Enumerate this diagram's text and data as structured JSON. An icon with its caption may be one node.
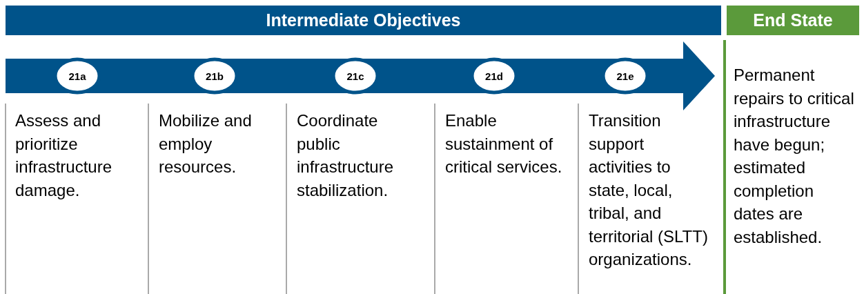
{
  "diagram": {
    "nodes": [
      {
        "text": [
          "Intermediate Objectives"
        ]
      },
      {
        "text": [
          "21a"
        ],
        "beside": [
          "Assess and prioritize infrastructure damage."
        ]
      },
      {
        "text": [
          "21b"
        ],
        "beside": [
          "Mobilize and employ resources."
        ]
      },
      {
        "text": [
          "21c"
        ],
        "beside": [
          "Coordinate public infrastructure stabilization."
        ]
      },
      {
        "text": [
          "21d"
        ],
        "beside": [
          "Enable sustainment of critical services."
        ]
      },
      {
        "text": [
          "21e"
        ],
        "beside": [
          "Transition support activities to state, local, tribal, and territorial (SLTT) organizations."
        ]
      },
      {
        "text": [
          "End State",
          "Permanent repairs to critical infrastructure have begun; estimated completion dates are established."
        ]
      }
    ],
    "edges": [
      {
        "from": null,
        "to": 6,
        "arrow": "to"
      }
    ]
  }
}
